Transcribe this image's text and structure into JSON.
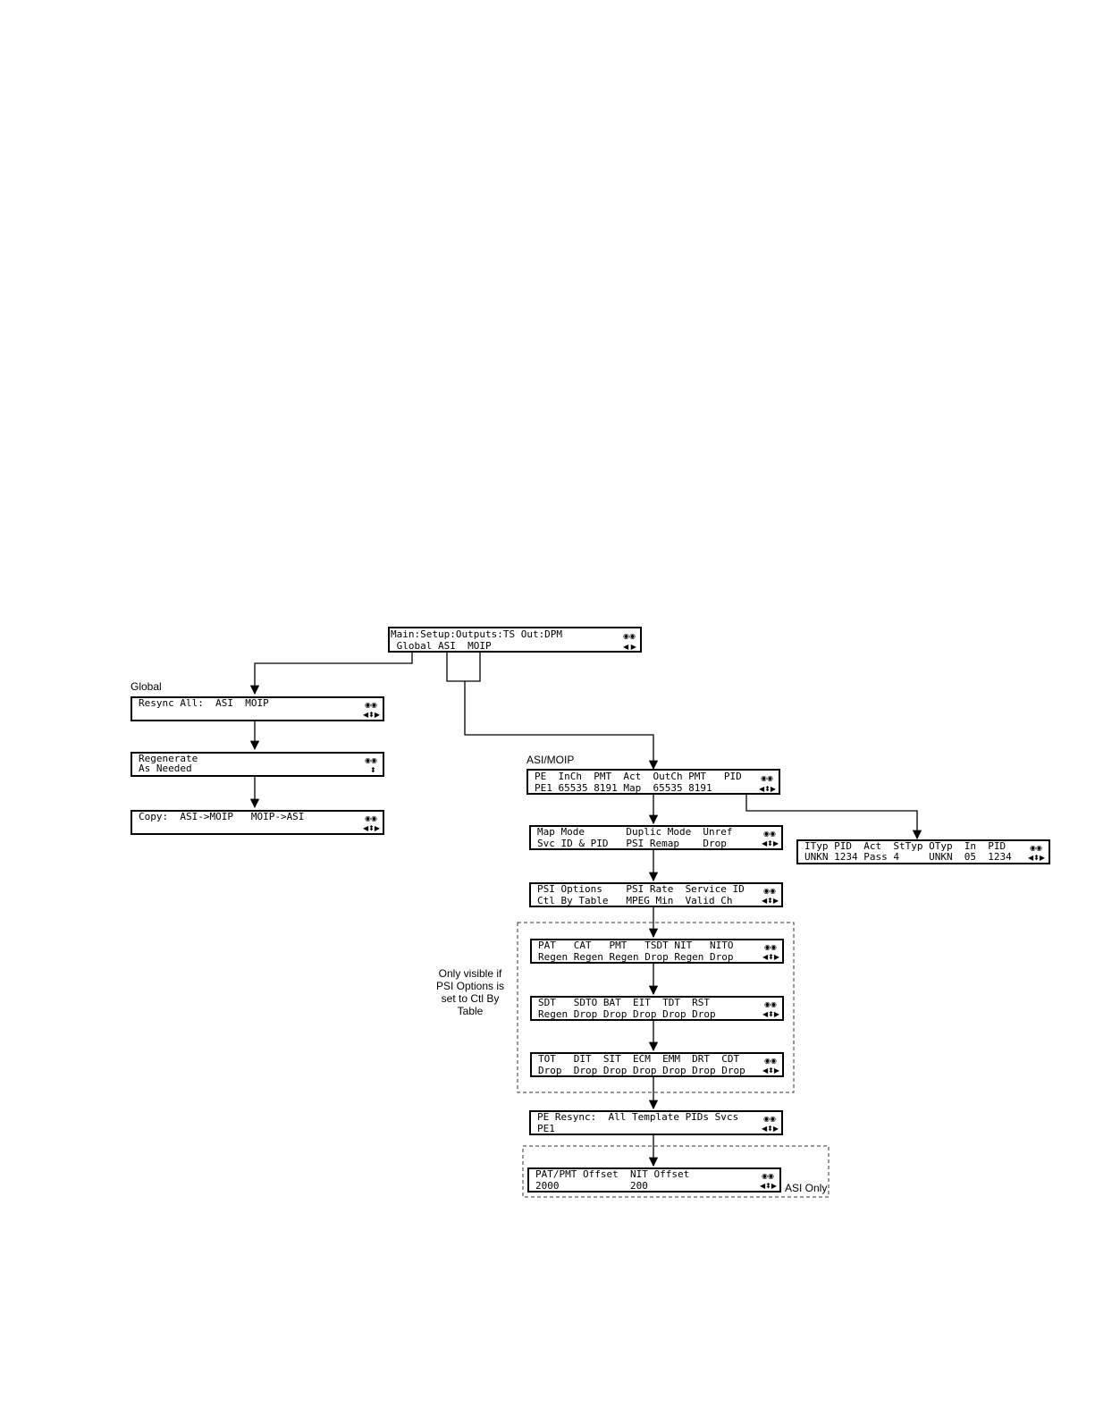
{
  "main_menu": {
    "line1": "Main:Setup:Outputs:TS Out:DPM",
    "line2": " Global ASI  MOIP"
  },
  "global_section": {
    "label": "Global",
    "resync": {
      "line1": "Resync All:  ASI  MOIP",
      "line2": ""
    },
    "regenerate": {
      "line1": "Regenerate",
      "line2": "As Needed"
    },
    "copy": {
      "line1": "Copy:  ASI->MOIP   MOIP->ASI",
      "line2": ""
    }
  },
  "asi_moip_section": {
    "label": "ASI/MOIP",
    "pe_screen": {
      "line1": "PE  InCh  PMT  Act  OutCh PMT   PID",
      "line2": "PE1 65535 8191 Map  65535 8191"
    },
    "pid_detail": {
      "line1": "ITyp PID  Act  StTyp OTyp  In  PID",
      "line2": "UNKN 1234 Pass 4     UNKN  05  1234"
    },
    "map_mode": {
      "line1": "Map Mode       Duplic Mode  Unref",
      "line2": "Svc ID & PID   PSI Remap    Drop"
    },
    "psi_options": {
      "line1": "PSI Options    PSI Rate  Service ID",
      "line2": "Ctl By Table   MPEG Min  Valid Ch"
    },
    "table_note": [
      "Only visible if",
      "PSI Options is",
      "set to Ctl By",
      "Table"
    ],
    "table_screens": [
      {
        "line1": "PAT   CAT   PMT   TSDT NIT   NITO",
        "line2": "Regen Regen Regen Drop Regen Drop"
      },
      {
        "line1": "SDT   SDTO BAT  EIT  TDT  RST",
        "line2": "Regen Drop Drop Drop Drop Drop"
      },
      {
        "line1": "TOT   DIT  SIT  ECM  EMM  DRT  CDT",
        "line2": "Drop  Drop Drop Drop Drop Drop Drop"
      }
    ],
    "pe_resync": {
      "line1": "PE Resync:  All Template PIDs Svcs",
      "line2": "PE1"
    },
    "offset": {
      "line1": "PAT/PMT Offset  NIT Offset",
      "line2": "2000            200"
    },
    "asi_only_label": "ASI Only"
  },
  "icons": {
    "knob": "dual-knob-icon",
    "nav_lr": "left-right-arrows-icon",
    "nav_ud": "up-down-arrows-icon",
    "nav_all": "four-way-arrows-icon"
  }
}
